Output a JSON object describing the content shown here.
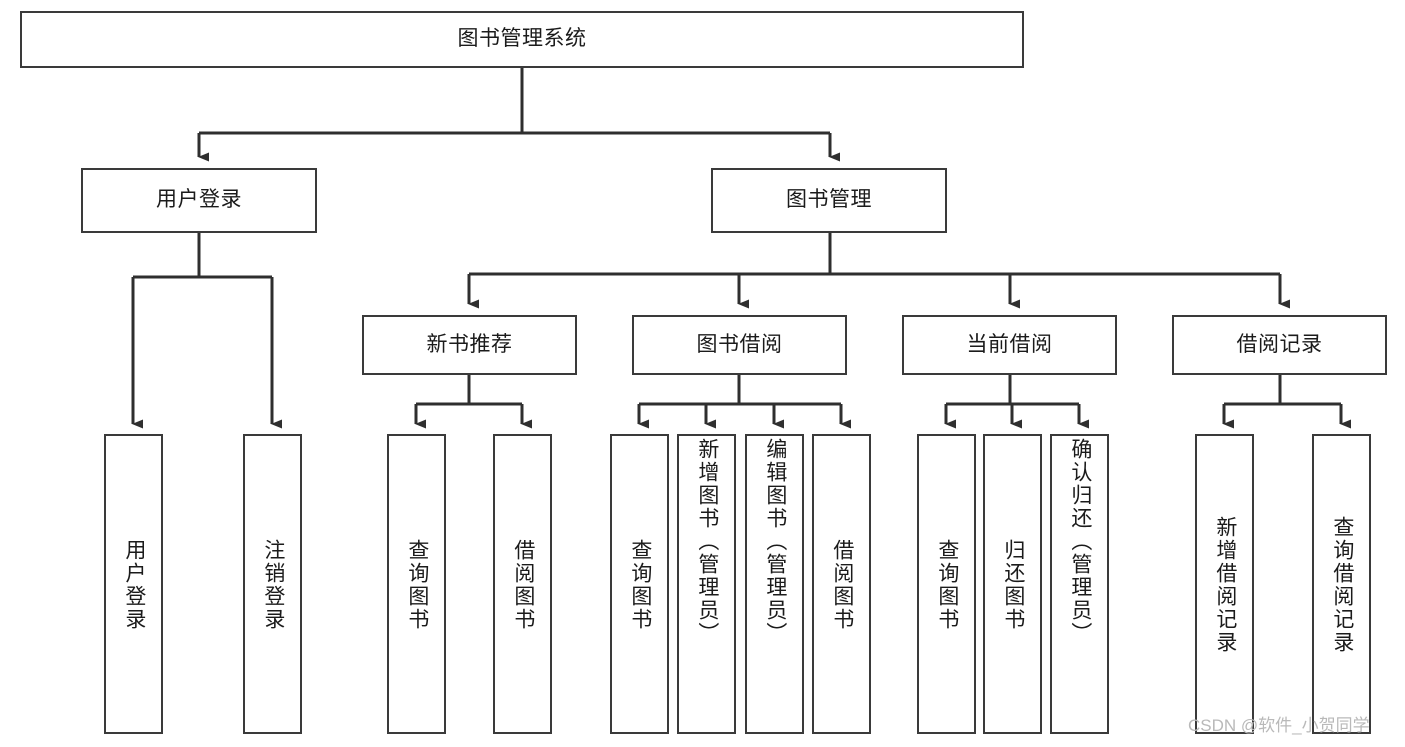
{
  "diagram": {
    "title": "图书管理系统",
    "type": "tree-hierarchy-chart",
    "watermark": "CSDN @软件_小贺同学",
    "colors": {
      "box_border": "#3a3a3a",
      "box_fill": "#ffffff",
      "connector": "#2f2f2f",
      "text": "#1b1b1b",
      "watermark": "#b9b9b9"
    },
    "root": {
      "label": "图书管理系统"
    },
    "level2": [
      {
        "label": "用户登录"
      },
      {
        "label": "图书管理"
      }
    ],
    "level3": [
      {
        "label": "新书推荐"
      },
      {
        "label": "图书借阅"
      },
      {
        "label": "当前借阅"
      },
      {
        "label": "借阅记录"
      }
    ],
    "leaves": {
      "user_login": [
        {
          "label": "用户登录"
        },
        {
          "label": "注销登录"
        }
      ],
      "new_book_recommend": [
        {
          "label": "查询图书"
        },
        {
          "label": "借阅图书"
        }
      ],
      "book_borrow": [
        {
          "label": "查询图书"
        },
        {
          "label": "新增图书（管理员）"
        },
        {
          "label": "编辑图书（管理员）"
        },
        {
          "label": "借阅图书"
        }
      ],
      "current_borrow": [
        {
          "label": "查询图书"
        },
        {
          "label": "归还图书"
        },
        {
          "label": "确认归还（管理员）"
        }
      ],
      "borrow_record": [
        {
          "label": "新增借阅记录"
        },
        {
          "label": "查询借阅记录"
        }
      ]
    }
  }
}
